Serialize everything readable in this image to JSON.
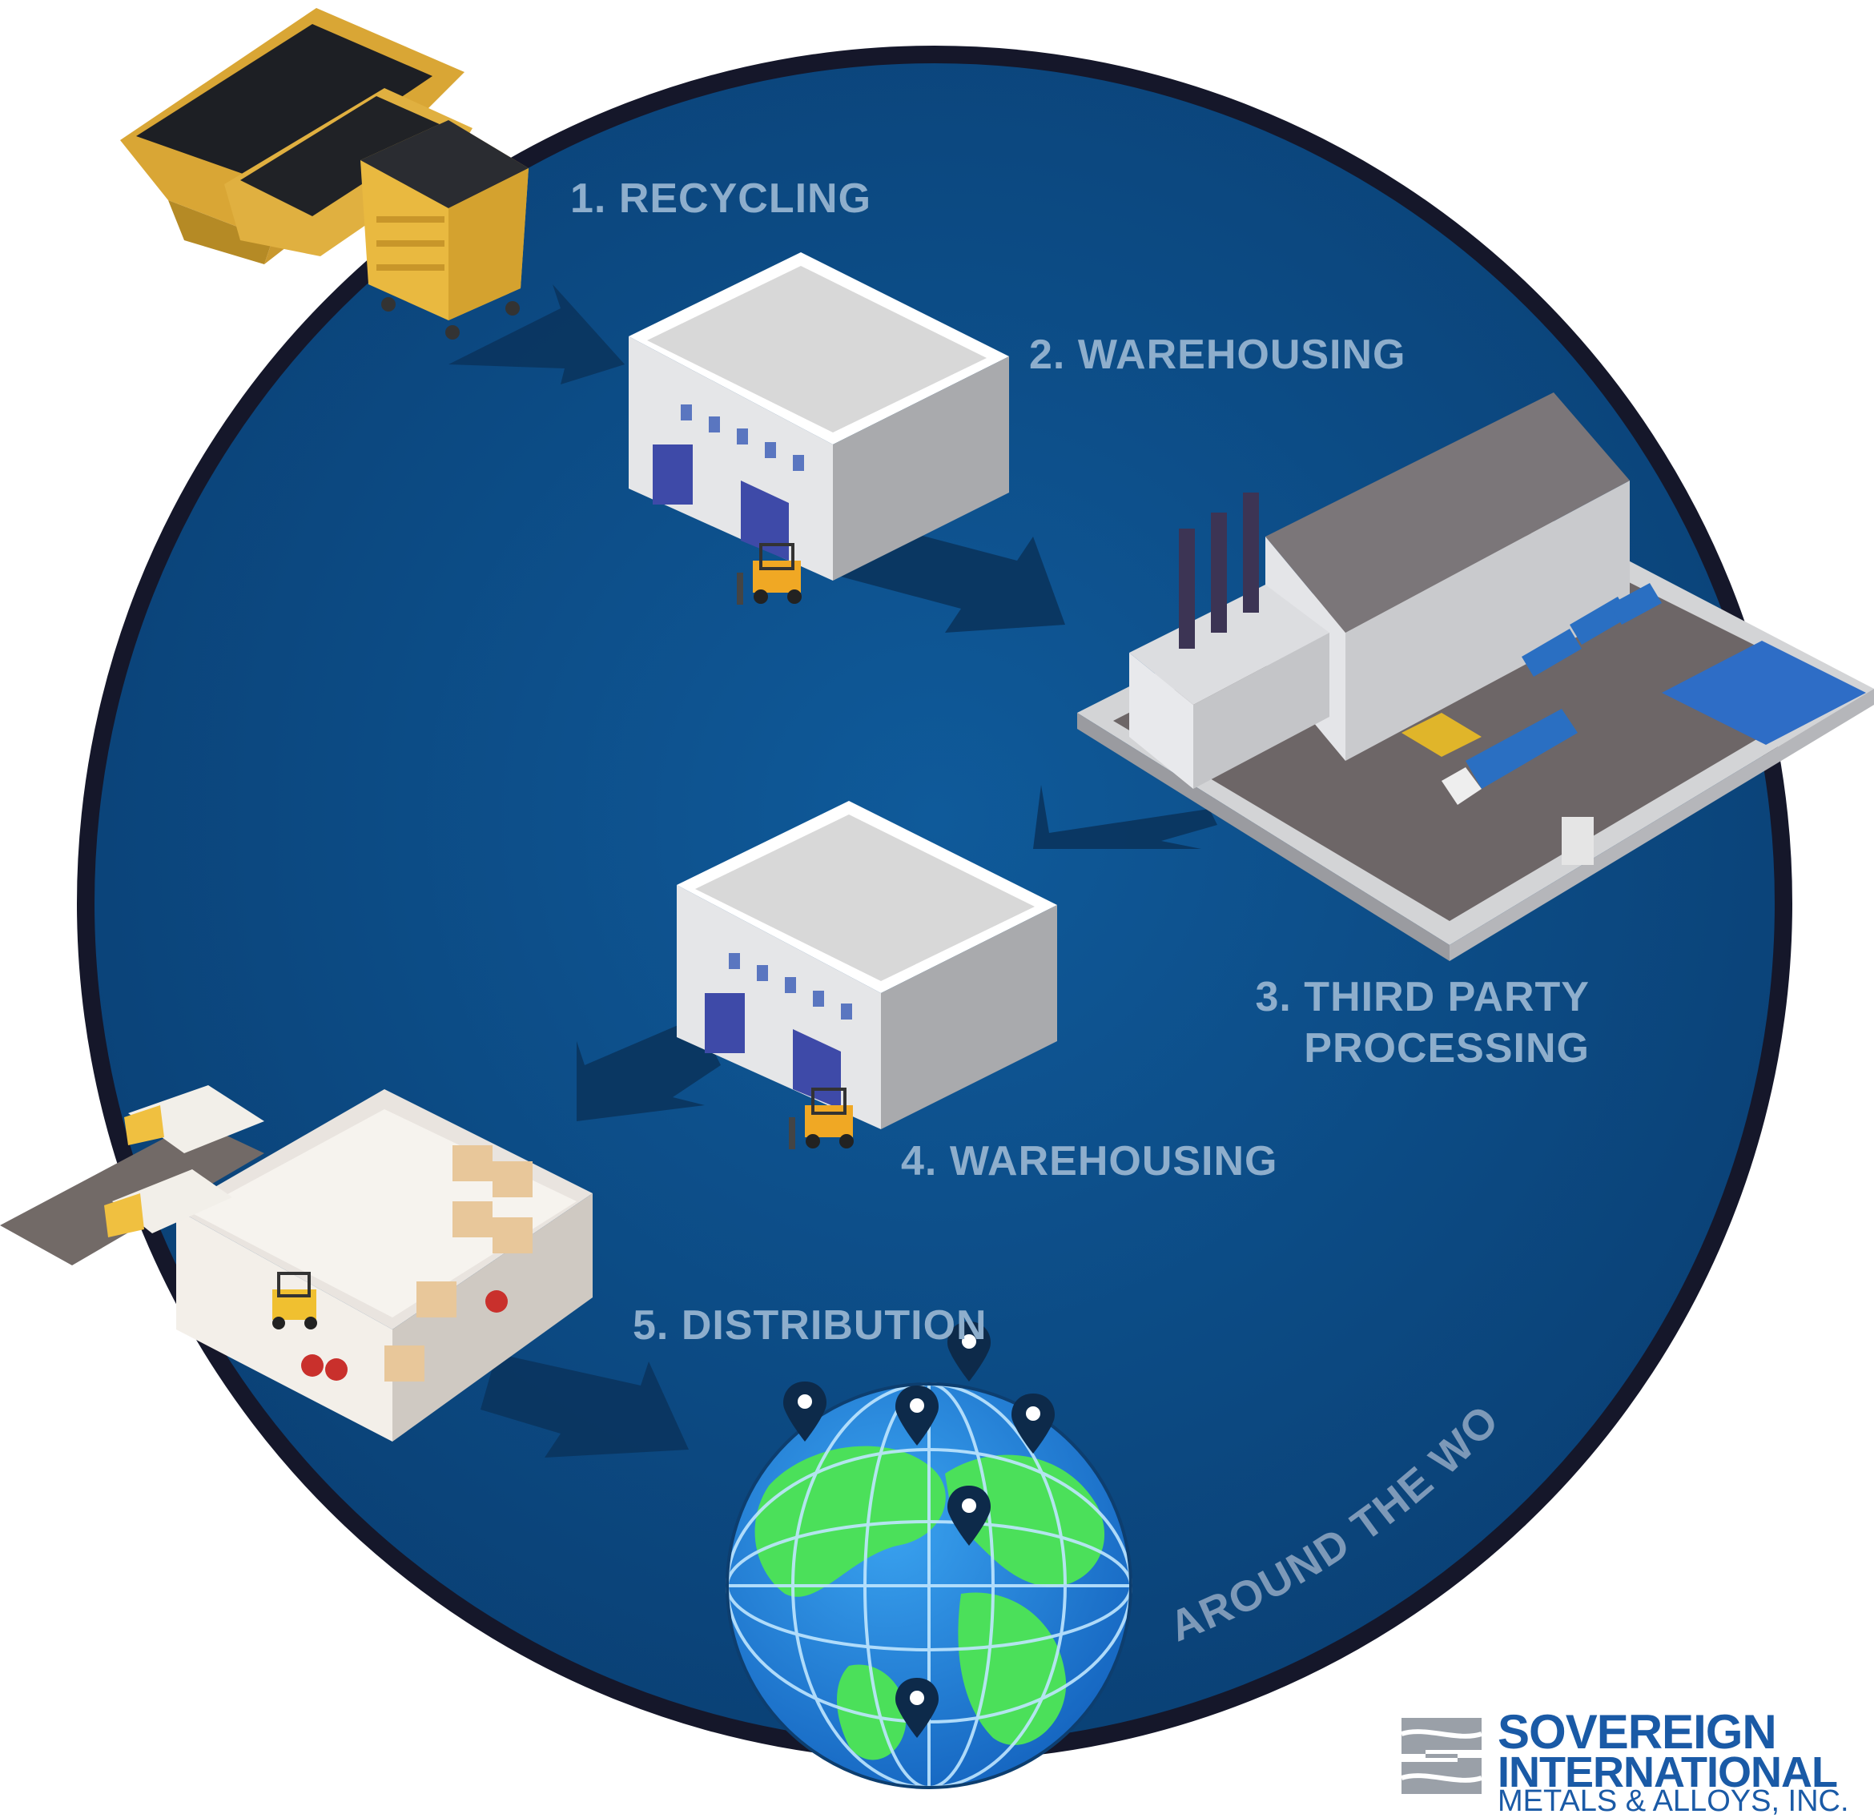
{
  "steps": [
    {
      "label": "1. RECYCLING"
    },
    {
      "label": "2. WAREHOUSING"
    },
    {
      "label_line1": "3. THIRD PARTY",
      "label_line2": "PROCESSING"
    },
    {
      "label": "4. WAREHOUSING"
    },
    {
      "label": "5. DISTRIBUTION"
    }
  ],
  "destination": {
    "label": "AROUND THE WORLD"
  },
  "logo": {
    "line1": "SOVEREIGN",
    "line2": "INTERNATIONAL",
    "line3": "METALS & ALLOYS, INC."
  },
  "colors": {
    "circle_fill": "#0c4f8a",
    "circle_ring": "#15172a",
    "arrow": "#0b3660",
    "label": "#8eaecc",
    "brand_blue": "#1a5aa6",
    "warehouse_roof": "#e5e5e5",
    "bin_yellow": "#e9b940",
    "globe_ocean": "#2a8be0",
    "globe_land": "#4be05a"
  }
}
